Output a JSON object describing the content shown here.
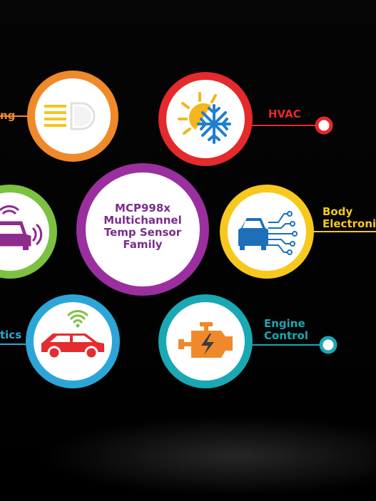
{
  "center": {
    "lines": [
      "MCP998x",
      "Multichannel",
      "Temp Sensor",
      "Family"
    ]
  },
  "nodes": [
    {
      "id": "lighting",
      "label": [
        "ng"
      ],
      "color": "#f0892a",
      "icon": "headlight-icon"
    },
    {
      "id": "hvac",
      "label": [
        "HVAC"
      ],
      "color": "#e42a2c",
      "icon": "sun-snowflake-icon"
    },
    {
      "id": "adas",
      "label": [],
      "color": "#7dc142",
      "icon": "connected-car-icon"
    },
    {
      "id": "body",
      "label": [
        "Body",
        "Electronic"
      ],
      "color": "#f7c81e",
      "icon": "car-circuit-icon"
    },
    {
      "id": "telematics",
      "label": [
        "tics"
      ],
      "color": "#2ba6d7",
      "icon": "wifi-car-icon"
    },
    {
      "id": "engine",
      "label": [
        "Engine",
        "Control"
      ],
      "color": "#1aa8b3",
      "icon": "engine-icon"
    }
  ],
  "colors": {
    "center_ring": "#9b2f9f",
    "center_text": "#7a2d8c",
    "background": "#000000"
  }
}
